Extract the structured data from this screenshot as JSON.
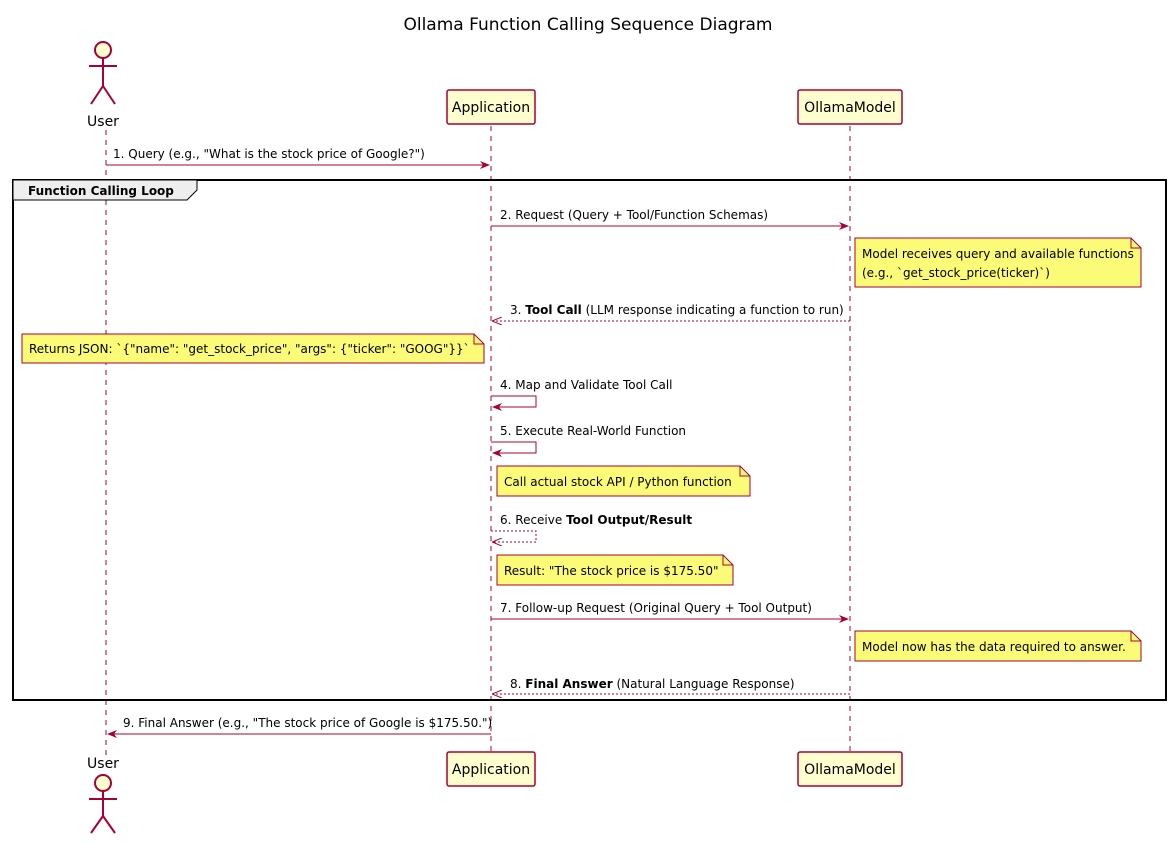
{
  "title": "Ollama Function Calling Sequence Diagram",
  "participants": {
    "user": "User",
    "app": "Application",
    "model": "OllamaModel"
  },
  "frame_label": "Function Calling Loop",
  "messages": {
    "m1": "1. Query (e.g., \"What is the stock price of Google?\")",
    "m2": "2. Request (Query + Tool/Function Schemas)",
    "m3_prefix": "3. ",
    "m3_bold": "Tool Call",
    "m3_rest": " (LLM response indicating a function to run)",
    "m4": "4. Map and Validate Tool Call",
    "m5": "5. Execute Real-World Function",
    "m6_prefix": "6. Receive ",
    "m6_bold": "Tool Output/Result",
    "m7": "7. Follow-up Request (Original Query + Tool Output)",
    "m8_prefix": "8. ",
    "m8_bold": "Final Answer",
    "m8_rest": " (Natural Language Response)",
    "m9": "9. Final Answer (e.g., \"The stock price of Google is $175.50.\")"
  },
  "notes": {
    "n1_line1": "Model receives query and available functions",
    "n1_line2": "(e.g., `get_stock_price(ticker)`)",
    "n2": "Returns JSON: `{\"name\": \"get_stock_price\", \"args\": {\"ticker\": \"GOOG\"}}`",
    "n3": "Call actual stock API / Python function",
    "n4": "Result: \"The stock price is $175.50\"",
    "n5": "Model now has the data required to answer."
  },
  "colors": {
    "participant_fill": "#FEFECE",
    "note_fill": "#FBFB77",
    "line": "#A80036"
  }
}
